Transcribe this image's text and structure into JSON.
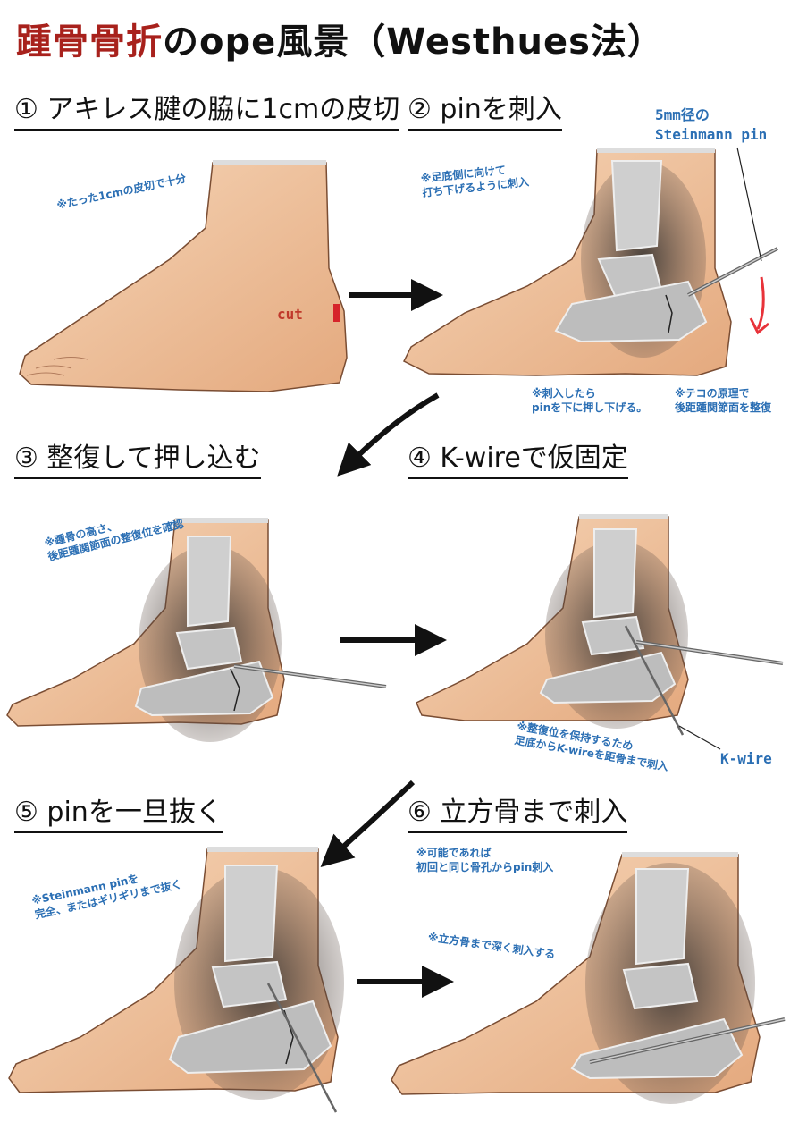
{
  "title": {
    "part1": "踵骨骨折",
    "part2": "のope風景（Westhues法）"
  },
  "steps": [
    {
      "label": "① アキレス腱の脇に1cmの皮切"
    },
    {
      "label": "② pinを刺入"
    },
    {
      "label": "③ 整復して押し込む"
    },
    {
      "label": "④ K-wireで仮固定"
    },
    {
      "label": "⑤ pinを一旦抜く"
    },
    {
      "label": "⑥ 立方骨まで刺入"
    }
  ],
  "notes": {
    "n1": "※たった1cmの皮切で十分",
    "n2": "※足底側に向けて\n打ち下げるように刺入",
    "n2b": "※刺入したら\npinを下に押し下げる。",
    "n2c": "※テコの原理で\n後距踵関節面を整復",
    "n3": "※踵骨の高さ、\n後距踵関節面の整復位を確認",
    "n4": "※整復位を保持するため\n足底からK-wireを距骨まで刺入",
    "n5": "※Steinmann pinを\n完全、またはギリギリまで抜く",
    "n6a": "※可能であれば\n初回と同じ骨孔からpin刺入",
    "n6b": "※立方骨まで深く刺入する"
  },
  "labels": {
    "cut": "cut",
    "steinmann": "5mm径の\nSteinmann pin",
    "kwire": "K-wire"
  },
  "colors": {
    "skin": "#f3c9a6",
    "skin_dark": "#d99a70",
    "bone": "#cfcfcf",
    "bone_shadow": "#3a3a3a",
    "note": "#2b6fb4",
    "accent_red": "#a8211c",
    "arrow_red": "#e8333a"
  }
}
